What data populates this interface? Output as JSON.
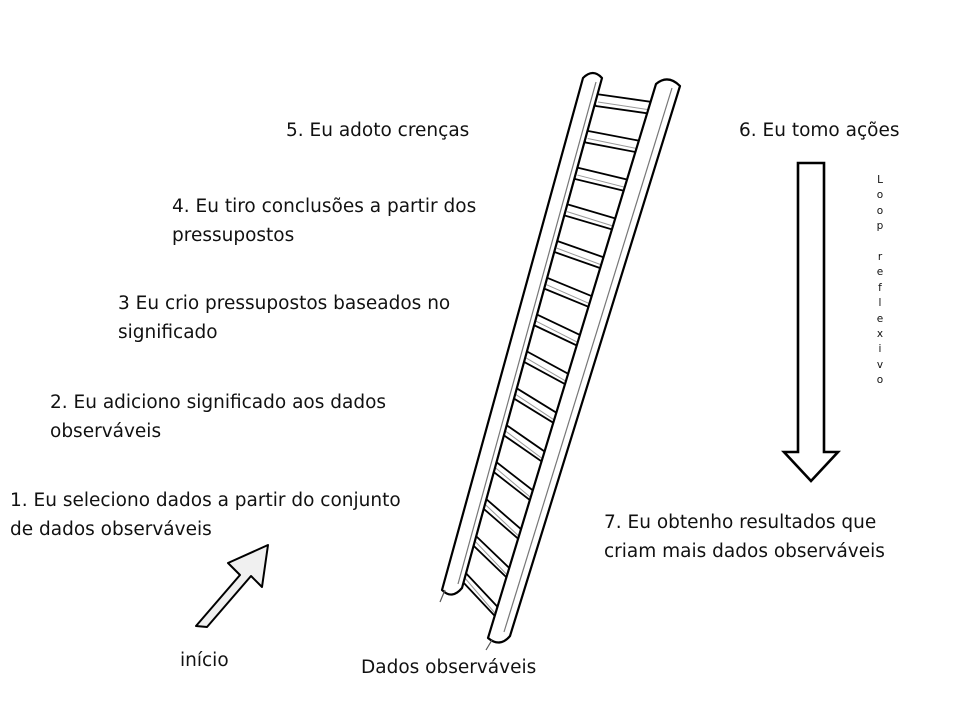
{
  "steps": {
    "step1": [
      "1. Eu seleciono dados a partir do conjunto",
      "de dados observáveis"
    ],
    "step2": [
      "2. Eu adiciono significado aos dados",
      "observáveis"
    ],
    "step3": [
      "3 Eu crio pressupostos baseados no",
      "significado"
    ],
    "step4": [
      "4. Eu tiro conclusões a partir dos",
      "pressupostos"
    ],
    "step5": "5. Eu adoto crenças",
    "step6": "6. Eu tomo ações",
    "step7": [
      "7. Eu obtenho resultados que",
      "criam mais dados observáveis"
    ]
  },
  "start_label": "início",
  "base_label": "Dados observáveis",
  "loop_label": [
    "L",
    "o",
    "o",
    "p",
    "",
    "r",
    "e",
    "f",
    "l",
    "e",
    "x",
    "i",
    "v",
    "o"
  ],
  "icons": {
    "start_arrow": "up-right-arrow-icon",
    "loop_arrow": "down-arrow-icon",
    "ladder": "ladder-icon"
  },
  "colors": {
    "text": "#111111",
    "outline": "#000000",
    "start_arrow_fill": "#f2f2f2",
    "ladder_fill": "#ffffff"
  }
}
